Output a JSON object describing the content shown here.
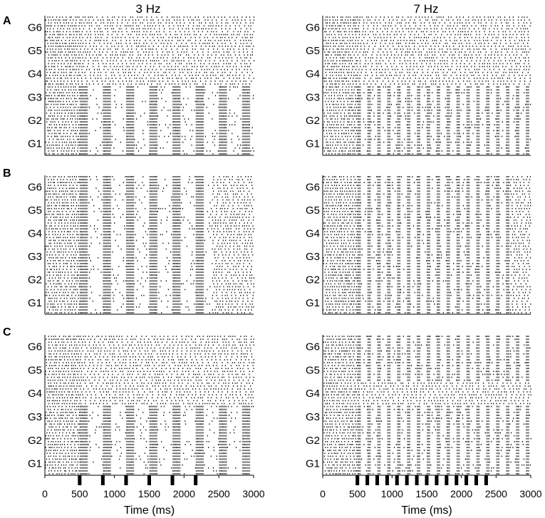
{
  "chart_data": {
    "type": "raster",
    "columns": [
      {
        "title": "3 Hz",
        "frequency_hz": 3
      },
      {
        "title": "7 Hz",
        "frequency_hz": 7
      }
    ],
    "rows": [
      {
        "label": "A"
      },
      {
        "label": "B"
      },
      {
        "label": "C"
      }
    ],
    "group_labels": [
      "G6",
      "G5",
      "G4",
      "G3",
      "G2",
      "G1"
    ],
    "xlabel": "Time (ms)",
    "x_ticks": [
      0,
      500,
      1000,
      1500,
      2000,
      2500,
      3000
    ],
    "xlim": [
      0,
      3000
    ],
    "stimulus_onset_ms": 500,
    "stimulus_end_ms": 2500,
    "stimulus_pulses_ms": {
      "3 Hz": [
        500,
        833,
        1167,
        1500,
        1833,
        2167
      ],
      "7 Hz": [
        500,
        643,
        786,
        929,
        1071,
        1214,
        1357,
        1500,
        1643,
        1786,
        1929,
        2071,
        2214,
        2357
      ]
    },
    "panels": [
      {
        "row": "A",
        "column": "3 Hz",
        "entrained_groups": [
          "G1",
          "G2",
          "G3"
        ],
        "entrainment_end_ms": 3000
      },
      {
        "row": "A",
        "column": "7 Hz",
        "entrained_groups": [
          "G1",
          "G2",
          "G3"
        ],
        "entrainment_end_ms": 3000
      },
      {
        "row": "B",
        "column": "3 Hz",
        "entrained_groups": [
          "G1",
          "G2",
          "G3",
          "G4",
          "G5",
          "G6"
        ],
        "entrainment_end_ms": 2400
      },
      {
        "row": "B",
        "column": "7 Hz",
        "entrained_groups": [
          "G1",
          "G2",
          "G3",
          "G4",
          "G5",
          "G6"
        ],
        "entrainment_end_ms": 2700
      },
      {
        "row": "C",
        "column": "3 Hz",
        "entrained_groups": [
          "G1",
          "G2",
          "G3"
        ],
        "entrainment_end_ms": 3000
      },
      {
        "row": "C",
        "column": "7 Hz",
        "entrained_groups": [
          "G1",
          "G2",
          "G3",
          "G5",
          "G6"
        ],
        "entrainment_end_ms": 3000
      }
    ],
    "colors": {
      "spike": "#000000",
      "entrained": "#4d4d4d",
      "axis": "#000000",
      "background": "#ffffff"
    }
  }
}
